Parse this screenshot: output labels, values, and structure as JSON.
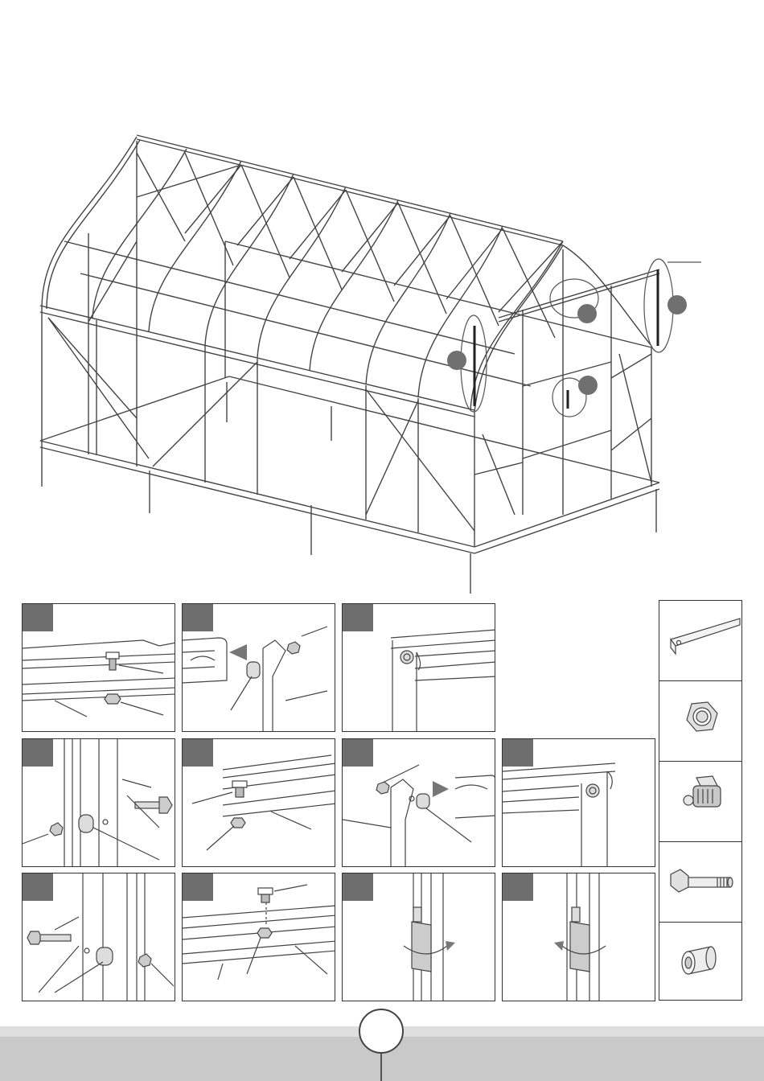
{
  "document": {
    "type": "assembly-instructions",
    "overview": {
      "callouts": [
        {
          "id": "callout-left-door-post",
          "marker": ""
        },
        {
          "id": "callout-top-rail",
          "marker": ""
        },
        {
          "id": "callout-door-latch",
          "marker": ""
        },
        {
          "id": "callout-right-post",
          "marker": ""
        }
      ]
    },
    "steps": [
      {
        "id": "step-1",
        "number": "",
        "content": "t-bolt-in-roof-bar-channel"
      },
      {
        "id": "step-2",
        "number": "",
        "content": "bolt-through-angle-bracket-into-channel"
      },
      {
        "id": "step-3",
        "number": "",
        "content": "nut-rotated-on-corner-joint"
      },
      {
        "id": "step-4",
        "number": "",
        "content": "bolt-spacer-nut-through-post"
      },
      {
        "id": "step-5",
        "number": "",
        "content": "t-bolt-in-eave-bar-channel"
      },
      {
        "id": "step-6",
        "number": "",
        "content": "bolt-through-angle-bracket-into-channel-mirrored"
      },
      {
        "id": "step-7",
        "number": "",
        "content": "nut-rotated-on-corner-joint-mirrored"
      },
      {
        "id": "step-8",
        "number": "",
        "content": "bolt-spacer-nut-through-post-mirrored"
      },
      {
        "id": "step-9",
        "number": "",
        "content": "t-bolt-in-base-bar-channel"
      },
      {
        "id": "step-10",
        "number": "",
        "content": "door-clip-rotate-clockwise"
      },
      {
        "id": "step-11",
        "number": "",
        "content": "door-clip-rotate-counterclockwise"
      }
    ],
    "parts": [
      {
        "id": "angle-bar",
        "icon": "angle-bar-icon",
        "quantity": ""
      },
      {
        "id": "hex-nut",
        "icon": "hex-nut-icon",
        "quantity": ""
      },
      {
        "id": "t-bolt",
        "icon": "t-bolt-icon",
        "quantity": ""
      },
      {
        "id": "hex-bolt",
        "icon": "hex-bolt-icon",
        "quantity": ""
      },
      {
        "id": "spacer",
        "icon": "spacer-icon",
        "quantity": ""
      }
    ],
    "footer": {
      "page_number": ""
    },
    "colors": {
      "line": "#333333",
      "tab": "#6e6e6e",
      "marker": "#707070",
      "footer": "#c9c9c9"
    }
  }
}
